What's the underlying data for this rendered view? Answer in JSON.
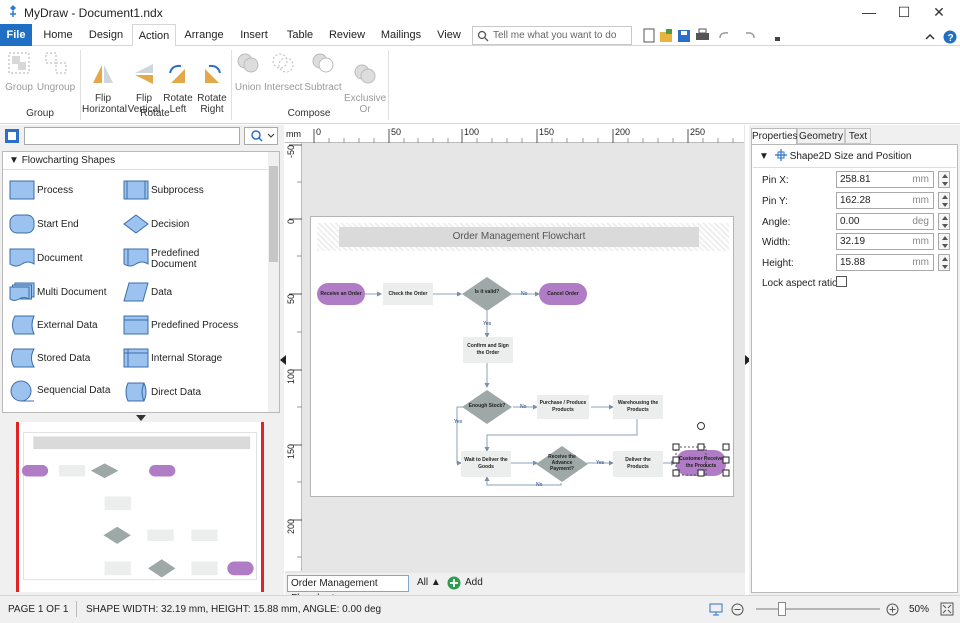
{
  "window": {
    "title": "MyDraw - Document1.ndx",
    "minimize": "—",
    "maximize": "☐",
    "close": "✕"
  },
  "tabs": [
    {
      "label": "File"
    },
    {
      "label": "Home"
    },
    {
      "label": "Design"
    },
    {
      "label": "Action"
    },
    {
      "label": "Arrange"
    },
    {
      "label": "Insert"
    },
    {
      "label": "Table"
    },
    {
      "label": "Review"
    },
    {
      "label": "Mailings"
    },
    {
      "label": "View"
    }
  ],
  "tell_me": {
    "placeholder": "Tell me what you want to do"
  },
  "ribbon": {
    "group": {
      "label": "Group",
      "buttons": [
        "Group",
        "Ungroup"
      ]
    },
    "rotate": {
      "label": "Rotate",
      "buttons": [
        "Flip\nHorizontal",
        "Flip\nVertical",
        "Rotate\nLeft",
        "Rotate\nRight"
      ]
    },
    "compose": {
      "label": "Compose",
      "buttons": [
        "Union",
        "Intersect",
        "Subtract",
        "Exclusive\nOr"
      ]
    }
  },
  "shapes_panel": {
    "header": "Flowcharting Shapes",
    "items": [
      {
        "label": "Process"
      },
      {
        "label": "Subprocess"
      },
      {
        "label": "Start End"
      },
      {
        "label": "Decision"
      },
      {
        "label": "Document"
      },
      {
        "label": "Predefined\nDocument"
      },
      {
        "label": "Multi Document"
      },
      {
        "label": "Data"
      },
      {
        "label": "External Data"
      },
      {
        "label": "Predefined Process"
      },
      {
        "label": "Stored Data"
      },
      {
        "label": "Internal Storage"
      },
      {
        "label": "Sequencial Data"
      },
      {
        "label": "Direct Data"
      }
    ]
  },
  "ruler": {
    "unit": "mm",
    "top_ticks": [
      "0",
      "50",
      "100",
      "150",
      "200",
      "250"
    ],
    "left_ticks": [
      "-50",
      "0",
      "50",
      "100",
      "150",
      "200"
    ]
  },
  "flowchart": {
    "title": "Order Management Flowchart",
    "nodes": {
      "receive": "Receive an Order",
      "check": "Check the Order",
      "valid": "Is it valid?",
      "cancel": "Cancel Order",
      "confirm": "Confirm and Sign\nthe Order",
      "stock": "Enough Stock?",
      "purchase": "Purchase / Produce\nProducts",
      "warehouse": "Warehousing the\nProducts",
      "wait": "Wait to Deliver the\nGoods",
      "payment": "Receive the\nAdvance\nPayment?",
      "deliver": "Deliver the\nProducts",
      "customer": "Customer Receive\nthe Products"
    },
    "edges": {
      "no1": "No",
      "yes1": "Yes",
      "no2": "No",
      "yes2": "Yes",
      "yes3": "Yes",
      "no3": "No"
    }
  },
  "page_tabs": {
    "current": "Order Management Flowchart",
    "all": "All",
    "add": "Add"
  },
  "properties": {
    "tabs": [
      "Properties",
      "Geometry",
      "Text"
    ],
    "section": "Shape2D Size and Position",
    "fields": [
      {
        "label": "Pin X:",
        "value": "258.81",
        "unit": "mm"
      },
      {
        "label": "Pin Y:",
        "value": "162.28",
        "unit": "mm"
      },
      {
        "label": "Angle:",
        "value": "0.00",
        "unit": "deg"
      },
      {
        "label": "Width:",
        "value": "32.19",
        "unit": "mm"
      },
      {
        "label": "Height:",
        "value": "15.88",
        "unit": "mm"
      }
    ],
    "lock_label": "Lock aspect ratio:"
  },
  "status": {
    "page": "PAGE 1 OF 1",
    "shape_info": "SHAPE WIDTH: 32.19 mm, HEIGHT: 15.88 mm, ANGLE: 0.00 deg",
    "zoom": "50%",
    "zoom_fraction": 0.19
  },
  "colors": {
    "accent": "#1f6fc5",
    "terminal": "#b07cc6",
    "decision": "#9ea8a6",
    "process": "#eceeee",
    "shape_blue": "#9cc3f0"
  }
}
